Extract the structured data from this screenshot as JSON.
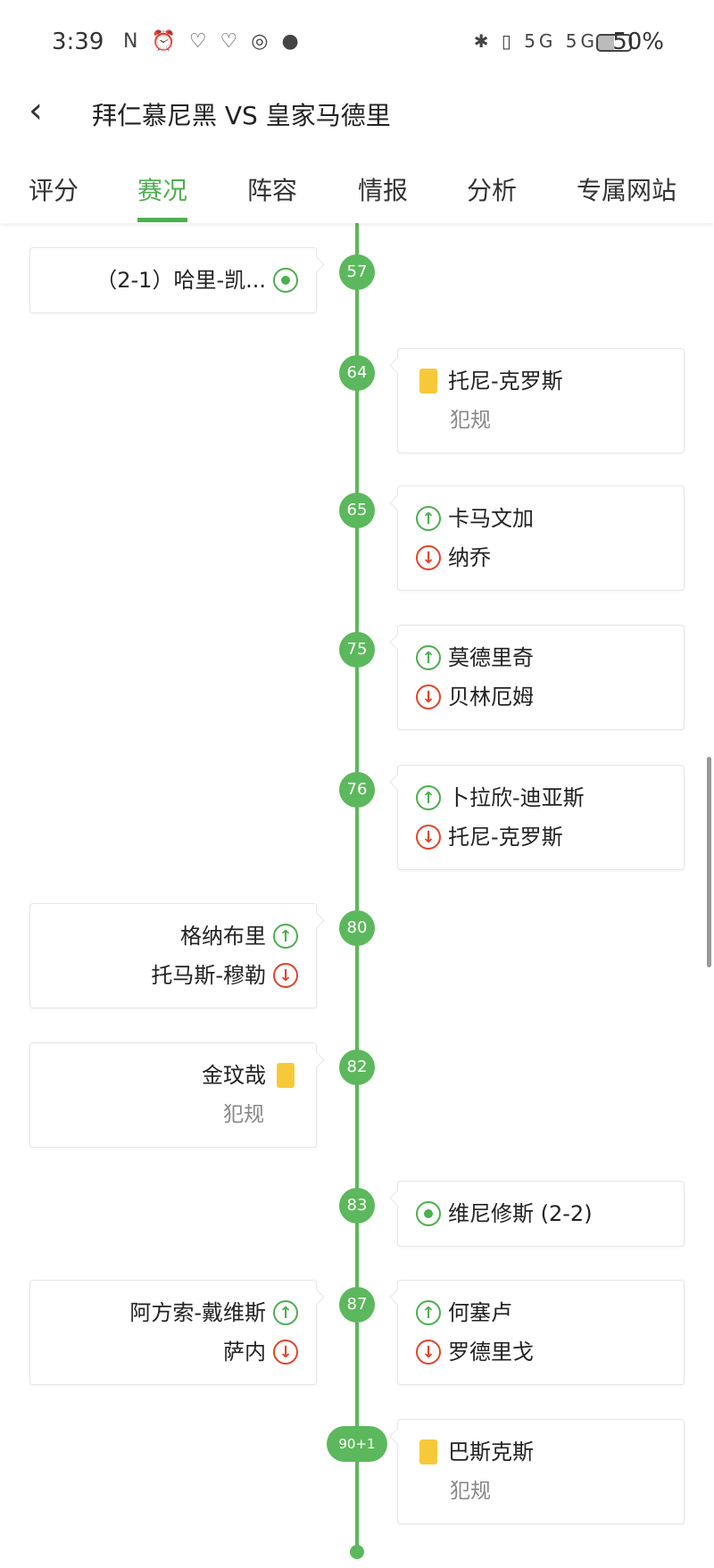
{
  "status_bar": {
    "time": "3:39",
    "left_icons": "N ⏰ ♡ ♡ ◎ ●",
    "right_icons": "✱ ▯ 5G 5G",
    "battery": "50%"
  },
  "header": {
    "back_icon": "chevron-left-icon",
    "title": "拜仁慕尼黑 VS 皇家马德里"
  },
  "tabs": [
    {
      "label": "评分",
      "active": false
    },
    {
      "label": "赛况",
      "active": true
    },
    {
      "label": "阵容",
      "active": false
    },
    {
      "label": "情报",
      "active": false
    },
    {
      "label": "分析",
      "active": false
    },
    {
      "label": "专属网站",
      "active": false
    }
  ],
  "colors": {
    "accent": "#4caf50",
    "sub_out": "#e0452b",
    "yellow_card": "#f7c93a"
  },
  "events": [
    {
      "minute": "57",
      "side": "left",
      "lines": [
        {
          "icon": "goal",
          "text": "（2-1）哈里-凯..."
        }
      ]
    },
    {
      "minute": "64",
      "side": "right",
      "lines": [
        {
          "icon": "yellow",
          "text": "托尼-克罗斯"
        }
      ],
      "note": "犯规"
    },
    {
      "minute": "65",
      "side": "right",
      "lines": [
        {
          "icon": "in",
          "text": "卡马文加"
        },
        {
          "icon": "out",
          "text": "纳乔"
        }
      ]
    },
    {
      "minute": "75",
      "side": "right",
      "lines": [
        {
          "icon": "in",
          "text": "莫德里奇"
        },
        {
          "icon": "out",
          "text": "贝林厄姆"
        }
      ]
    },
    {
      "minute": "76",
      "side": "right",
      "lines": [
        {
          "icon": "in",
          "text": "卜拉欣-迪亚斯"
        },
        {
          "icon": "out",
          "text": "托尼-克罗斯"
        }
      ]
    },
    {
      "minute": "80",
      "side": "left",
      "lines": [
        {
          "icon": "in",
          "text": "格纳布里"
        },
        {
          "icon": "out",
          "text": "托马斯-穆勒"
        }
      ]
    },
    {
      "minute": "82",
      "side": "left",
      "lines": [
        {
          "icon": "yellow",
          "text": "金玟哉"
        }
      ],
      "note": "犯规"
    },
    {
      "minute": "83",
      "side": "right",
      "lines": [
        {
          "icon": "goal",
          "text": "维尼修斯 (2-2)"
        }
      ]
    },
    {
      "minute": "87",
      "side": "both",
      "left_lines": [
        {
          "icon": "in",
          "text": "阿方索-戴维斯"
        },
        {
          "icon": "out",
          "text": "萨内"
        }
      ],
      "lines": [
        {
          "icon": "in",
          "text": "何塞卢"
        },
        {
          "icon": "out",
          "text": "罗德里戈"
        }
      ]
    },
    {
      "minute": "90+1",
      "side": "right",
      "lines": [
        {
          "icon": "yellow",
          "text": "巴斯克斯"
        }
      ],
      "note": "犯规"
    }
  ]
}
